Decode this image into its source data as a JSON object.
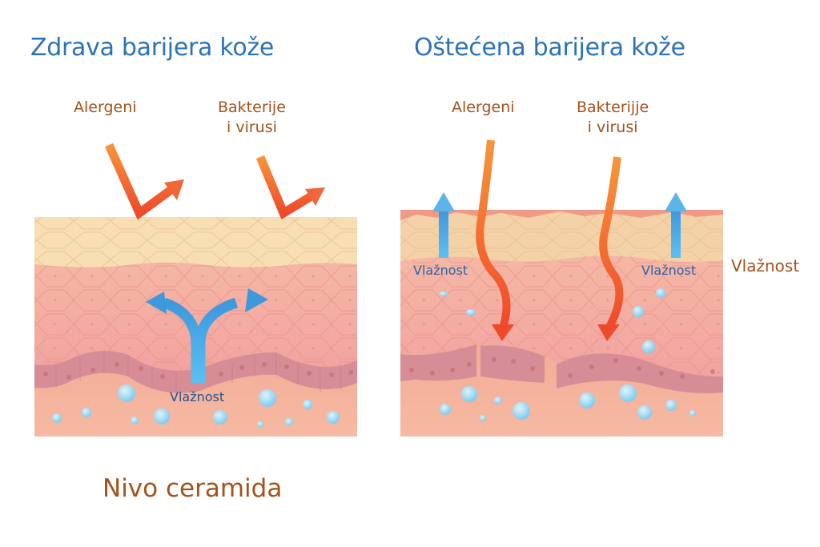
{
  "panels": {
    "healthy": {
      "title": "Zdrava barijera kože",
      "labels": {
        "allergens": "Alergeni",
        "bacteria_line1": "Bakterije",
        "bacteria_line2": "i virusi",
        "moisture": "Vlažnost"
      }
    },
    "damaged": {
      "title": "Oštećena barijera kože",
      "labels": {
        "allergens": "Alergeni",
        "bacteria_line1": "Bakterijje",
        "bacteria_line2": "i virusi",
        "moisture_left": "Vlažnost",
        "moisture_right": "Vlažnost"
      }
    }
  },
  "side_label": "Vlažnost",
  "footer_label": "Nivo ceramida",
  "colors": {
    "title_blue": "#2c73b5",
    "label_brown": "#a3521c",
    "arrow_orange": "#f0592c",
    "moisture_blue": "#4fb3ea",
    "skin_yellow": "#f7ddb0",
    "skin_pink": "#f4aba3",
    "basal_mauve": "#d98c93",
    "dermis": "#f4b49e"
  }
}
